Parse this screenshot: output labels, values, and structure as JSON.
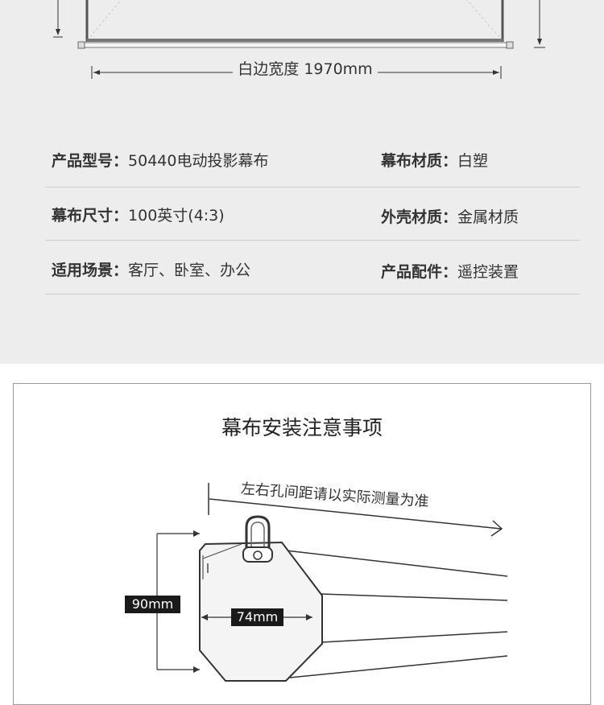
{
  "drawing": {
    "width_label": "白边宽度 1970mm"
  },
  "specs": {
    "model": {
      "key": "产品型号：",
      "value": "50440电动投影幕布"
    },
    "material": {
      "key": "幕布材质：",
      "value": "白塑"
    },
    "size": {
      "key": "幕布尺寸：",
      "value": "100英寸(4:3)"
    },
    "shell": {
      "key": "外壳材质：",
      "value": "金属材质"
    },
    "scene": {
      "key": "适用场景：",
      "value": "客厅、卧室、办公"
    },
    "accessory": {
      "key": "产品配件：",
      "value": "遥控装置"
    }
  },
  "notice": {
    "title": "幕布安装注意事项",
    "hole_note": "左右孔间距请以实际测量为准",
    "height_label": "90mm",
    "width_label": "74mm"
  },
  "colors": {
    "top_background": "#ededed",
    "dim_box": "#1a1a1a"
  }
}
